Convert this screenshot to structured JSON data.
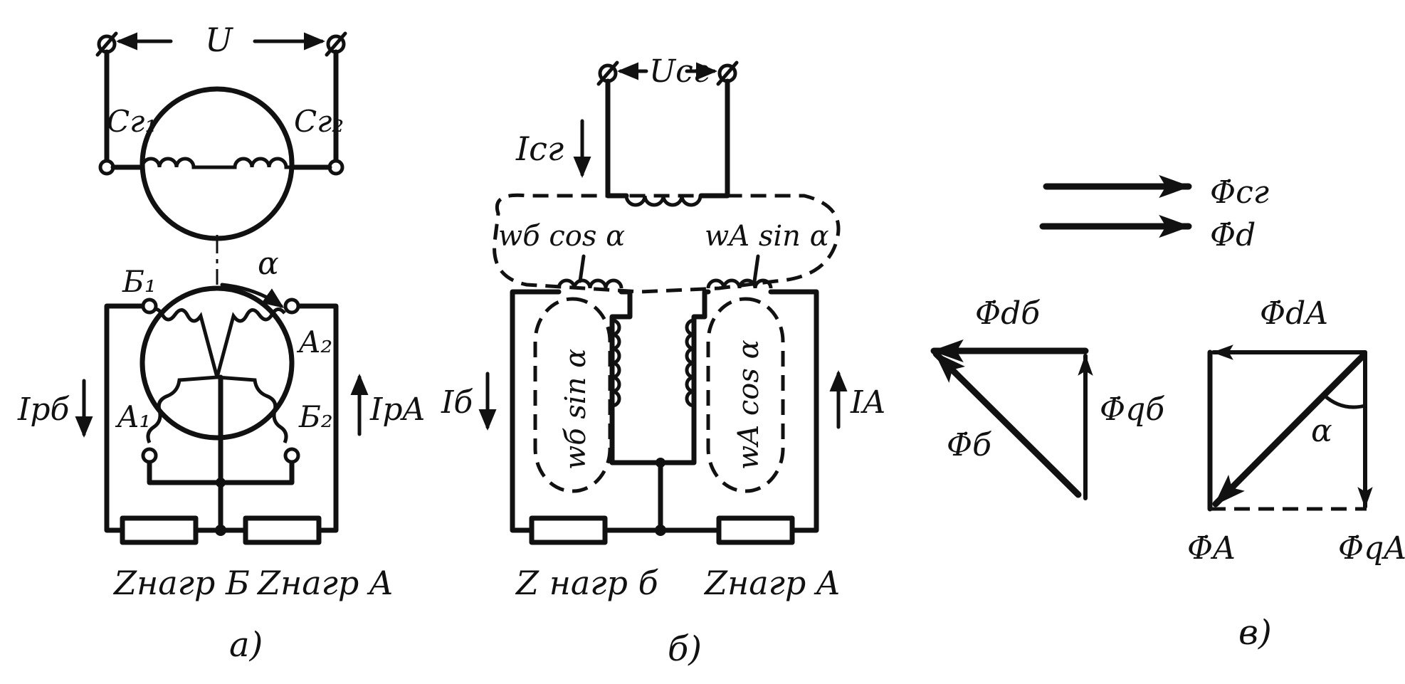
{
  "colors": {
    "ink": "#111111",
    "paper": "#ffffff"
  },
  "panel_a": {
    "caption": "а)",
    "voltage": "U",
    "stator_left": "Cг₁",
    "stator_right": "Cг₂",
    "angle": "α",
    "b1": "Б₁",
    "a2": "A₂",
    "a1": "A₁",
    "b2": "Б₂",
    "current_b": "Iрб",
    "current_a": "IрA",
    "load_b": "Zнагр Б",
    "load_a": "Zнагр A"
  },
  "panel_b": {
    "caption": "б)",
    "voltage": "Uсг",
    "current_sg": "Iсг",
    "winding_b_cos": "wб cos α",
    "winding_a_sin": "wA sin α",
    "winding_b_sin": "wб sin α",
    "winding_a_cos": "wA cos α",
    "current_b": "Iб",
    "current_a": "IA",
    "load_b": "Z нагр б",
    "load_a": "Zнагр A"
  },
  "panel_v": {
    "caption": "в)",
    "flux_sg": "Φ̇сг",
    "flux_d": "Φ̇d",
    "flux_db": "Φ̇dб",
    "flux_qb": "Φ̇qб",
    "flux_b": "Φ̇б",
    "flux_da": "Φ̇dA",
    "flux_a": "Φ̇A",
    "flux_qa": "Φ̇qA",
    "angle": "α"
  }
}
